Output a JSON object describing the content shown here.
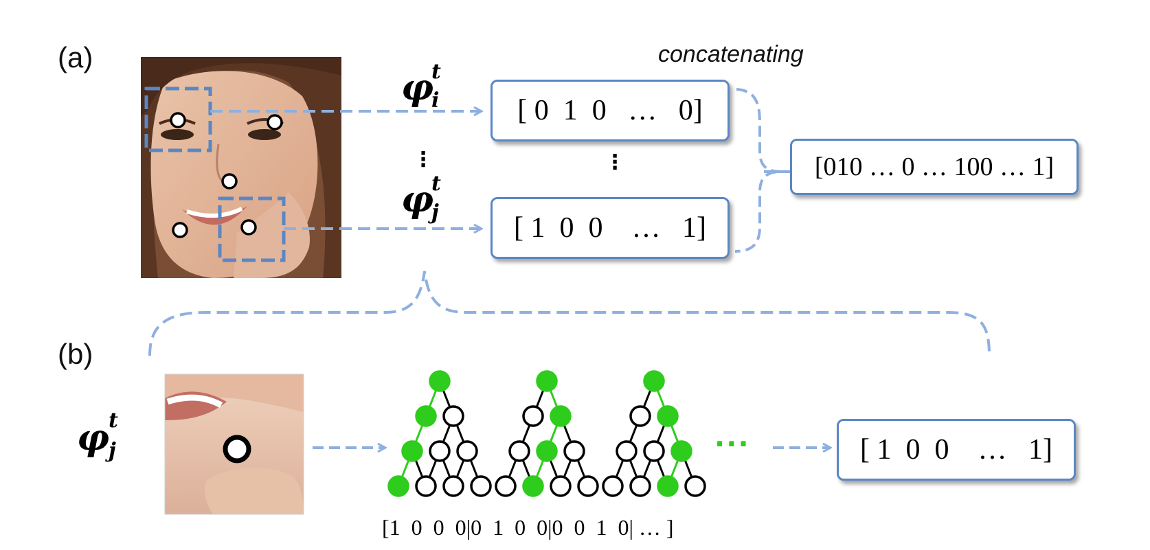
{
  "panel_a": {
    "label": "(a)",
    "phi_i": {
      "symbol": "φ",
      "sup": "t",
      "sub": "i"
    },
    "phi_j": {
      "symbol": "φ",
      "sup": "t",
      "sub": "j"
    },
    "vector_top": "[ 0  1  0   …   0]",
    "vector_bottom": "[ 1  0  0    …   1]",
    "concat_label": "concatenating",
    "concat_vector": "[010 … 0 … 100 … 1]",
    "vdots": "⋮"
  },
  "panel_b": {
    "label": "(b)",
    "phi_j": {
      "symbol": "φ",
      "sup": "t",
      "sub": "j"
    },
    "tree_code": "[1  0  0  0|0  1  0  0|0  0  1  0| … ]",
    "vector": "[ 1  0  0    …   1]",
    "ellipsis": "···"
  },
  "colors": {
    "arrow_blue": "#8fb0de",
    "box_border": "#5b86c4",
    "green_node": "#2ecc1c",
    "dark": "#000000"
  }
}
